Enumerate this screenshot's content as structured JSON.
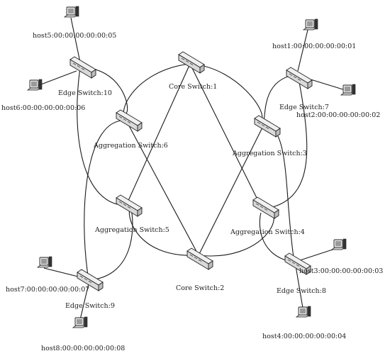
{
  "switches": {
    "core1": "Core Switch:1",
    "core2": "Core Switch:2",
    "agg3": "Aggregation Switch:3",
    "agg4": "Aggregation Switch:4",
    "agg5": "Aggregation Switch:5",
    "agg6": "Aggregation Switch:6",
    "edge7": "Edge Switch:7",
    "edge8": "Edge Switch:8",
    "edge9": "Edge Switch:9",
    "edge10": "Edge Switch:10"
  },
  "hosts": {
    "h1": "host1:00:00:00:00:00:01",
    "h2": "host2:00:00:00:00:00:02",
    "h3": "host3:00:00:00:00:00:03",
    "h4": "host4:00:00:00:00:00:04",
    "h5": "host5:00:00:00:00:00:05",
    "h6": "host6:00:00:00:00:00:06",
    "h7": "host7:00:00:00:00:00:07",
    "h8": "host8:00:00:00:00:00:08"
  },
  "icons": {
    "switch": "network-switch-icon",
    "host": "computer-host-icon"
  },
  "colors": {
    "line": "#1a1a1a",
    "device_face": "#d8d8d8",
    "device_top": "#efefef"
  }
}
